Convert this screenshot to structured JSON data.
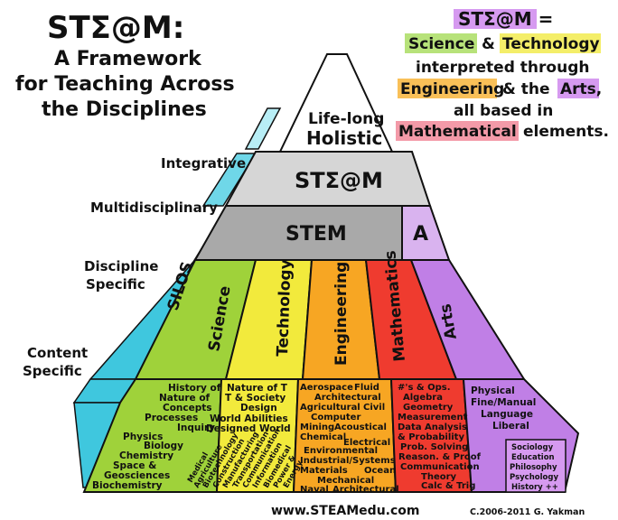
{
  "title": {
    "logo": "STΣ@M:",
    "line1": "A Framework",
    "line2": "for Teaching Across",
    "line3": "the Disciplines"
  },
  "definition": {
    "line1": "STΣ@M =",
    "science": "Science",
    "amp": "&",
    "technology": "Technology",
    "line3": "interpreted through",
    "engineering": "Engineering",
    "and_the": "& the",
    "arts": "Arts,",
    "line5": "all based in",
    "mathematical": "Mathematical",
    "elements": "elements."
  },
  "levels": {
    "integrative": "Integrative",
    "multidisciplinary": "Multidisciplinary",
    "discipline_specific": [
      "Discipline",
      "Specific"
    ],
    "content_specific": [
      "Content",
      "Specific"
    ]
  },
  "pyramid": {
    "top": [
      "Life-long",
      "Holistic"
    ],
    "steam": "STΣ@M",
    "stem": "STEM",
    "a": "A",
    "silos": "SILOS",
    "disciplines": [
      "Science",
      "Technology",
      "Engineering",
      "Mathematics",
      "Arts"
    ]
  },
  "content": {
    "science": [
      "History of",
      "Nature of",
      "Concepts",
      "Processes",
      "Inquiry",
      "Physics",
      "Biology",
      "Chemistry",
      "Space &",
      "Geosciences",
      "Biochemistry"
    ],
    "technology_top": [
      "Nature of T",
      "T & Society",
      "Design",
      "World Abilities",
      "Designed World"
    ],
    "technology_slanted": [
      "Medical",
      "Agriculture",
      "Biotechnology",
      "Construction",
      "Manufacturing",
      "Transportation",
      "Communication",
      "Information",
      "Biomedical",
      "Power &",
      "Energy"
    ],
    "engineering": [
      "Aerospace",
      "Fluid",
      "Architectural",
      "Agricultural",
      "Civil",
      "Computer",
      "Mining",
      "Acoustical",
      "Chemical",
      "Electrical",
      "Environmental",
      "Industrial/Systems",
      "Materials",
      "Ocean",
      "Mechanical",
      "Naval",
      "Architectural"
    ],
    "mathematics": [
      "#'s & Ops.",
      "Algebra",
      "Geometry",
      "Measurement",
      "Data Analysis",
      "& Probability",
      "Prob. Solving",
      "Reason. & Proof",
      "Communication",
      "Theory",
      "Calc & Trig"
    ],
    "arts": [
      "Physical",
      "Fine/Manual",
      "Language",
      "Liberal"
    ],
    "arts_box": [
      "Sociology",
      "Education",
      "Philosophy",
      "Psychology",
      "History ++"
    ]
  },
  "footer": {
    "url": "www.STEAMedu.com",
    "copyright": "C.2006-2011 G. Yakman"
  },
  "colors": {
    "science": "#9fd23a",
    "technology": "#f2ea3c",
    "engineering": "#f7a623",
    "mathematics": "#ef3b2f",
    "arts": "#c07fe6",
    "silos": "#3fc7de",
    "stem": "#a9a9a9",
    "steam": "#d6d6d6",
    "hl_science": "#b7e27a",
    "hl_tech": "#f4ee69",
    "hl_eng": "#f9c058",
    "hl_arts": "#d69af0",
    "hl_math": "#f39aa8"
  }
}
